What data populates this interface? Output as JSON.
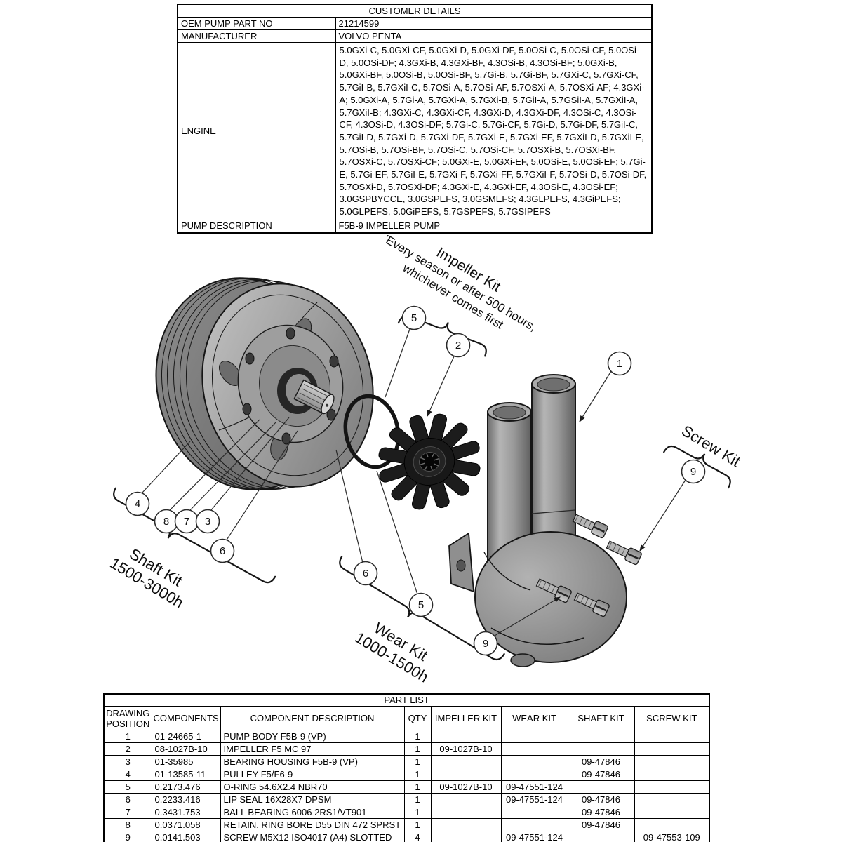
{
  "customer_details": {
    "title": "CUSTOMER DETAILS",
    "rows": [
      {
        "label": "OEM PUMP PART NO",
        "value": "21214599"
      },
      {
        "label": "MANUFACTURER",
        "value": "VOLVO PENTA"
      },
      {
        "label": "ENGINE",
        "value": "5.0GXi-C, 5.0GXi-CF, 5.0GXi-D, 5.0GXi-DF, 5.0OSi-C, 5.0OSi-CF, 5.0OSi-D, 5.0OSi-DF; 4.3GXi-B, 4.3GXi-BF, 4.3OSi-B, 4.3OSi-BF; 5.0GXi-B, 5.0GXi-BF, 5.0OSi-B, 5.0OSi-BF, 5.7Gi-B, 5.7Gi-BF, 5.7GXi-C, 5.7GXi-CF, 5.7GiI-B, 5.7GXiI-C, 5.7OSi-A, 5.7OSi-AF, 5.7OSXi-A, 5.7OSXi-AF; 4.3GXi-A; 5.0GXi-A, 5.7Gi-A, 5.7GXi-A, 5.7GXi-B, 5.7GiI-A, 5.7GSiI-A, 5.7GXiI-A, 5.7GXiI-B; 4.3GXi-C, 4.3GXi-CF, 4.3GXi-D, 4.3GXi-DF, 4.3OSi-C, 4.3OSi-CF, 4.3OSi-D, 4.3OSi-DF; 5.7Gi-C, 5.7Gi-CF, 5.7Gi-D, 5.7Gi-DF, 5.7GiI-C, 5.7GiI-D, 5.7GXi-D, 5.7GXi-DF, 5.7GXi-E, 5.7GXi-EF, 5.7GXiI-D, 5.7GXiI-E, 5.7OSi-B, 5.7OSi-BF, 5.7OSi-C, 5.7OSi-CF, 5.7OSXi-B, 5.7OSXi-BF, 5.7OSXi-C, 5.7OSXi-CF; 5.0GXi-E, 5.0GXi-EF, 5.0OSi-E, 5.0OSi-EF; 5.7Gi-E, 5.7Gi-EF, 5.7GiI-E, 5.7GXi-F, 5.7GXi-FF, 5.7GXiI-F, 5.7OSi-D, 5.7OSi-DF, 5.7OSXi-D, 5.7OSXi-DF; 4.3GXi-E, 4.3GXi-EF, 4.3OSi-E, 4.3OSi-EF; 3.0GSPBYCCE, 3.0GSPEFS, 3.0GSMEFS; 4.3GLPEFS, 4.3GiPEFS; 5.0GLPEFS, 5.0GiPEFS, 5.7GSPEFS, 5.7GSIPEFS"
      },
      {
        "label": "PUMP DESCRIPTION",
        "value": "F5B-9 IMPELLER PUMP"
      }
    ]
  },
  "diagram": {
    "callouts": [
      "5",
      "2",
      "1",
      "9",
      "4",
      "8",
      "7",
      "3",
      "6",
      "6",
      "5",
      "9"
    ],
    "labels": {
      "impeller_kit": "Impeller Kit",
      "service_note_line1": "'Every season or after 500 hours,",
      "service_note_line2": "whichever comes first",
      "screw_kit": "Screw Kit",
      "shaft_kit_line1": "Shaft Kit",
      "shaft_kit_line2": "1500-3000h",
      "wear_kit_line1": "Wear Kit",
      "wear_kit_line2": "1000-1500h"
    }
  },
  "part_list": {
    "title": "PART LIST",
    "columns": [
      "DRAWING POSITION",
      "COMPONENTS",
      "COMPONENT DESCRIPTION",
      "QTY",
      "IMPELLER KIT",
      "WEAR KIT",
      "SHAFT KIT",
      "SCREW KIT"
    ],
    "rows": [
      [
        "1",
        "01-24665-1",
        "PUMP BODY F5B-9 (VP)",
        "1",
        "",
        "",
        "",
        ""
      ],
      [
        "2",
        "08-1027B-10",
        "IMPELLER F5 MC 97",
        "1",
        "09-1027B-10",
        "",
        "",
        ""
      ],
      [
        "3",
        "01-35985",
        "BEARING HOUSING F5B-9 (VP)",
        "1",
        "",
        "",
        "09-47846",
        ""
      ],
      [
        "4",
        "01-13585-11",
        "PULLEY F5/F6-9",
        "1",
        "",
        "",
        "09-47846",
        ""
      ],
      [
        "5",
        "0.2173.476",
        "O-RING 54.6X2.4 NBR70",
        "1",
        "09-1027B-10",
        "09-47551-124",
        "",
        ""
      ],
      [
        "6",
        "0.2233.416",
        "LIP SEAL 16X28X7 DPSM",
        "1",
        "",
        "09-47551-124",
        "09-47846",
        ""
      ],
      [
        "7",
        "0.3431.753",
        "BALL BEARING 6006 2RS1/VT901",
        "1",
        "",
        "",
        "09-47846",
        ""
      ],
      [
        "8",
        "0.0371.058",
        "RETAIN. RING BORE D55 DIN 472 SPRST",
        "1",
        "",
        "",
        "09-47846",
        ""
      ],
      [
        "9",
        "0.0141.503",
        "SCREW M5X12 ISO4017 (A4) SLOTTED",
        "4",
        "",
        "09-47551-124",
        "",
        "09-47553-109"
      ]
    ]
  }
}
